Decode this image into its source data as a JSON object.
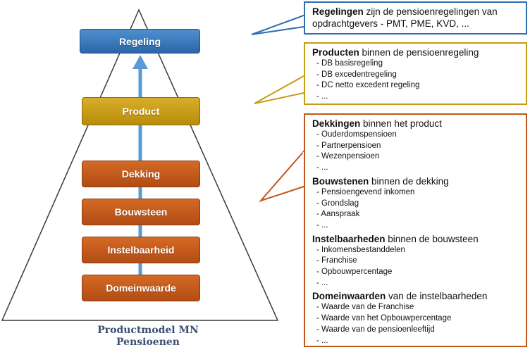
{
  "pyramid": {
    "levels": [
      {
        "label": "Regeling",
        "color": "#2f6db3"
      },
      {
        "label": "Product",
        "color": "#c79b12"
      },
      {
        "label": "Dekking",
        "color": "#c0571c"
      },
      {
        "label": "Bouwsteen",
        "color": "#c0571c"
      },
      {
        "label": "Instelbaarheid",
        "color": "#c0571c"
      },
      {
        "label": "Domeinwaarde",
        "color": "#c0571c"
      }
    ],
    "arrow_color": "#5b9bd5",
    "caption_line1": "Productmodel MN",
    "caption_line2": "Pensioenen"
  },
  "callouts": {
    "regeling": {
      "border_color": "#2f6db3",
      "term": "Regelingen",
      "rest": " zijn de pensioenregelingen  van",
      "line2": "opdrachtgevers - PMT, PME, KVD, ..."
    },
    "product": {
      "border_color": "#c79b12",
      "term": "Producten",
      "rest": " binnen de pensioenregeling",
      "items": [
        "DB basisregeling",
        "DB excedentregeling",
        "DC netto excedent regeling",
        "..."
      ]
    },
    "dekking": {
      "border_color": "#c0571c",
      "sections": [
        {
          "term": "Dekkingen",
          "rest": " binnen het product",
          "items": [
            "Ouderdomspensioen",
            "Partnerpensioen",
            "Wezenpensioen",
            "..."
          ]
        },
        {
          "term": "Bouwstenen",
          "rest": " binnen de dekking",
          "items": [
            "Pensioengevend inkomen",
            "Grondslag",
            "Aanspraak",
            "..."
          ]
        },
        {
          "term": "Instelbaarheden",
          "rest": " binnen de bouwsteen",
          "items": [
            "Inkomensbestanddelen",
            "Franchise",
            "Opbouwpercentage",
            "..."
          ]
        },
        {
          "term": "Domeinwaarden",
          "rest": " van de instelbaarheden",
          "items": [
            "Waarde van de Franchise",
            "Waarde van het Opbouwpercentage",
            "Waarde van de pensioenleeftijd",
            "..."
          ]
        }
      ]
    }
  }
}
